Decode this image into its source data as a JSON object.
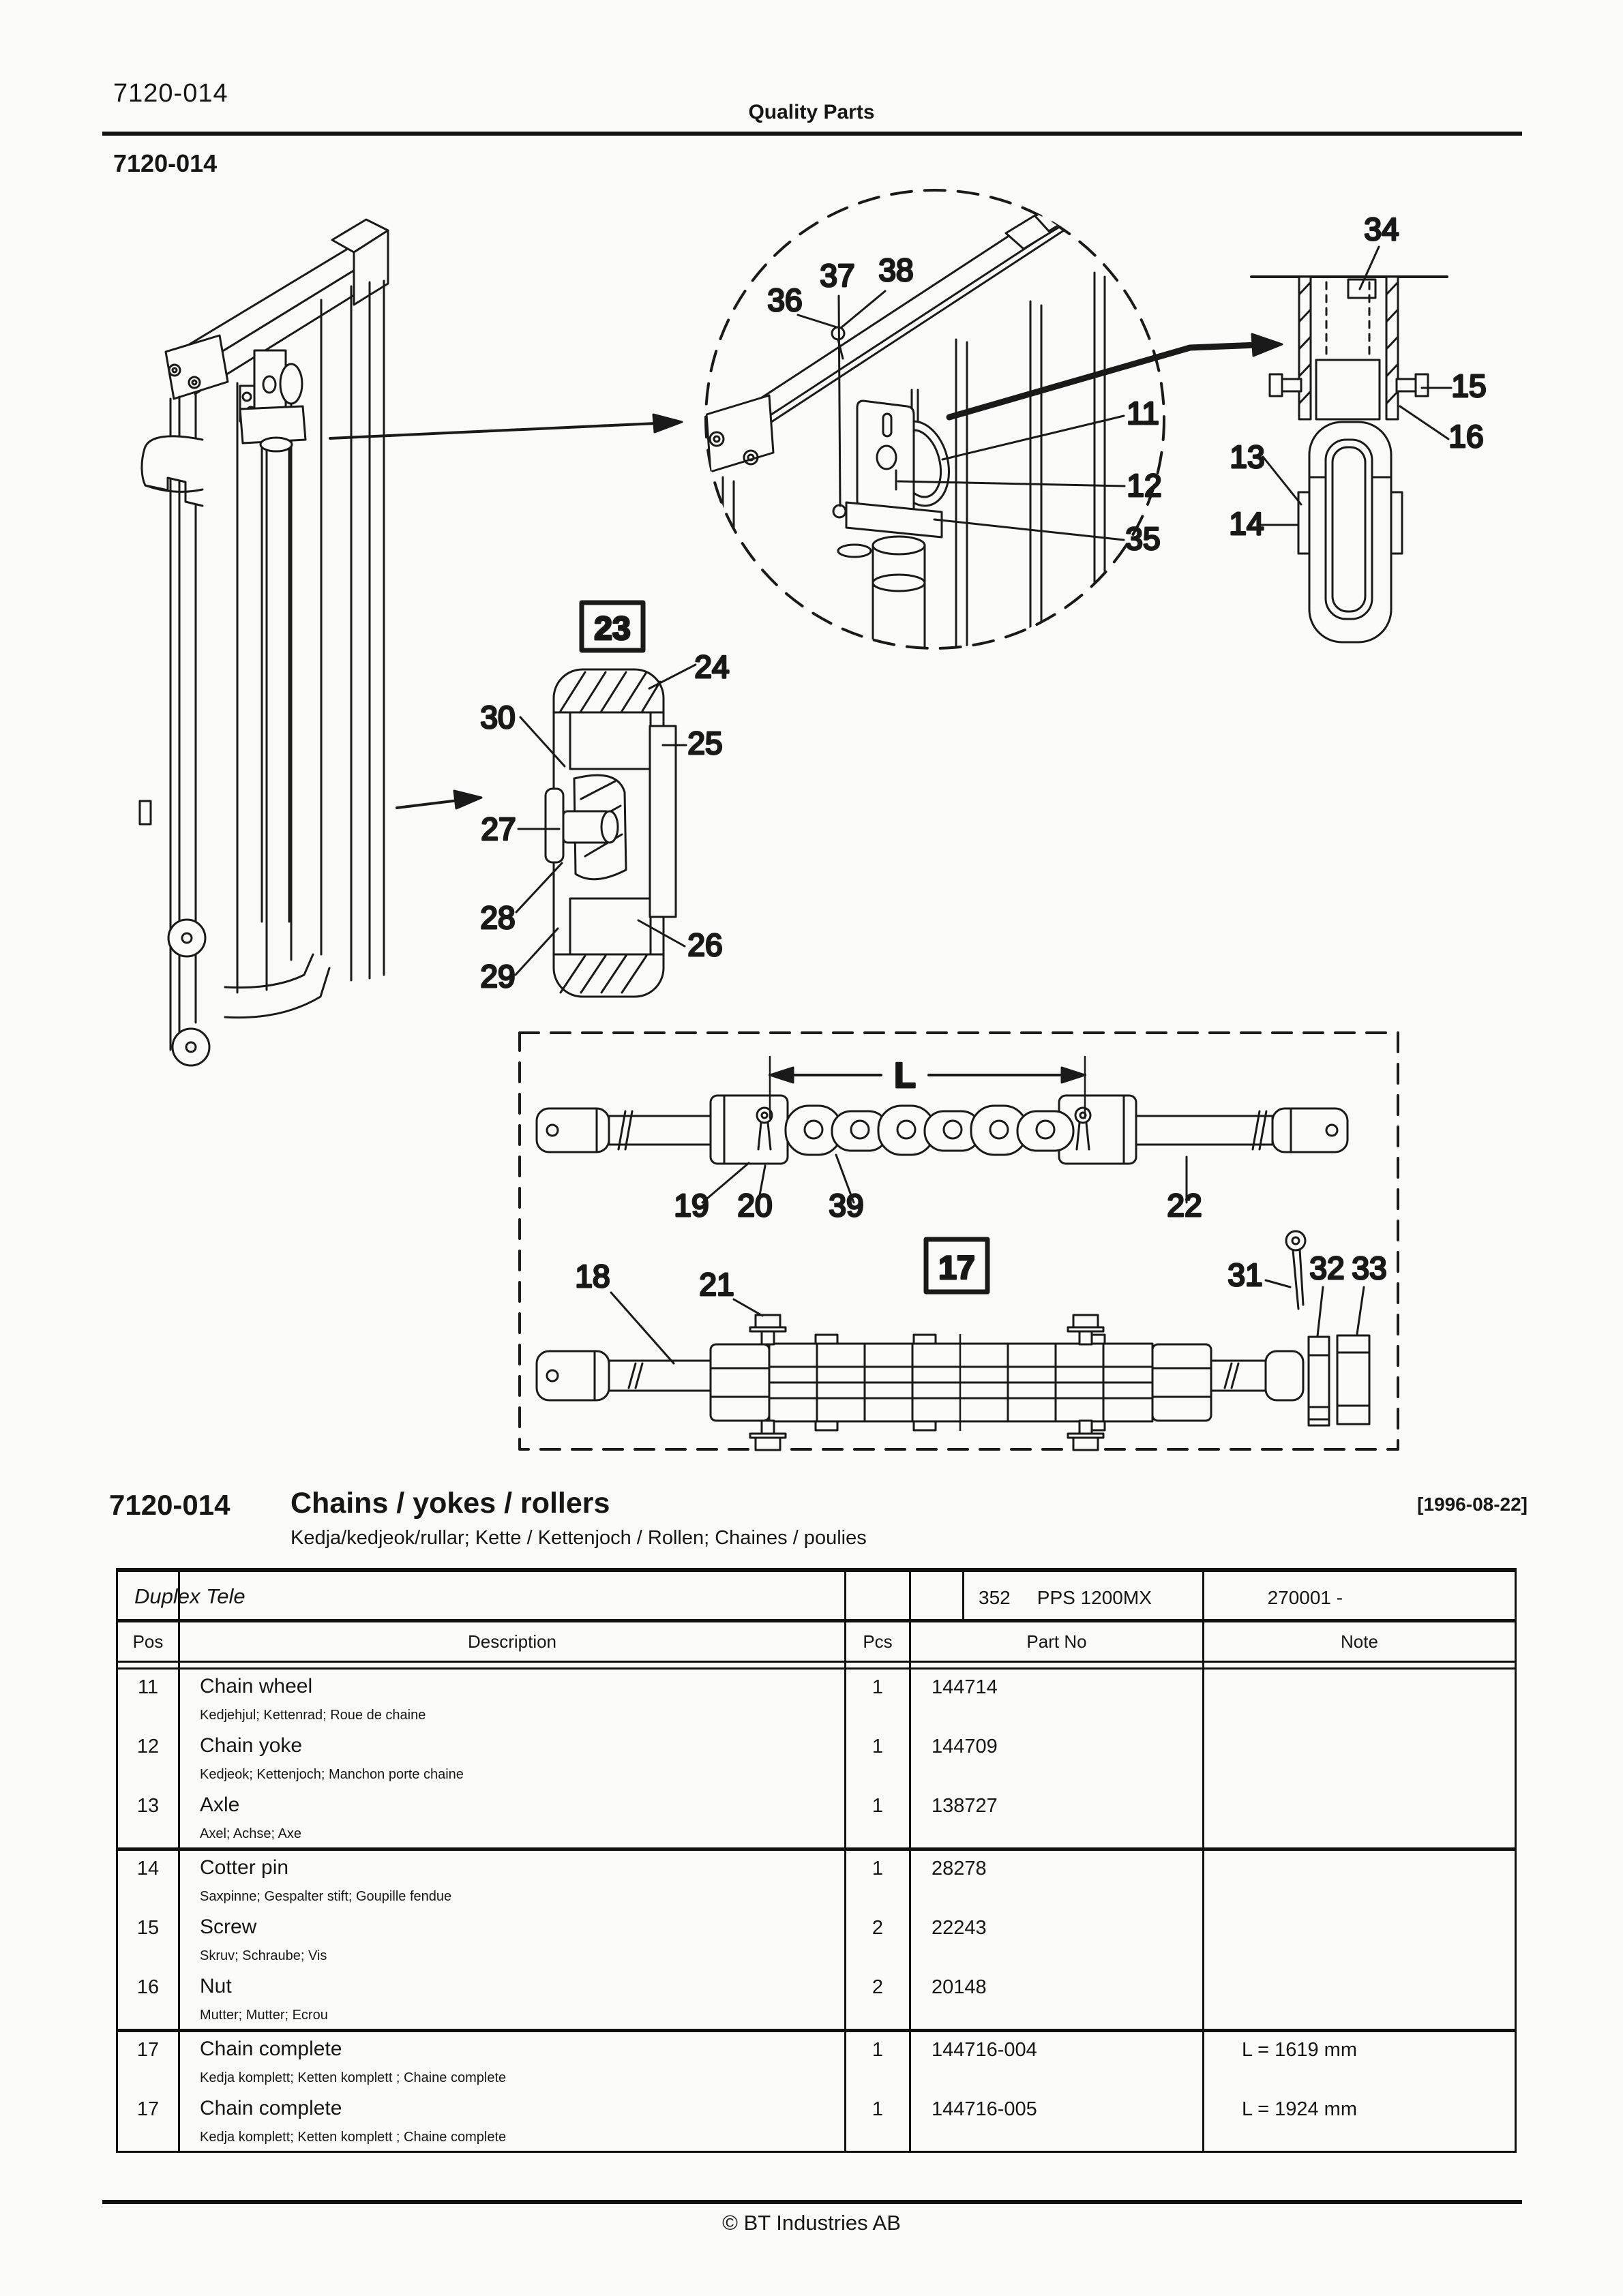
{
  "header": {
    "doc_number": "7120-014",
    "center_title": "Quality Parts",
    "doc_number_bold": "7120-014"
  },
  "section": {
    "code": "7120-014",
    "title": "Chains / yokes / rollers",
    "date": "[1996-08-22]",
    "subtitle": "Kedja/kedjeok/rullar; Kette / Kettenjoch / Rollen; Chaines / poulies"
  },
  "variant": {
    "model": "Duplex Tele",
    "code": "352",
    "type": "PPS 1200MX",
    "serial": "270001 -"
  },
  "table": {
    "headers": {
      "pos": "Pos",
      "description": "Description",
      "pcs": "Pcs",
      "part_no": "Part No",
      "note": "Note"
    },
    "rows": [
      {
        "pos": "11",
        "description": "Chain wheel",
        "sub": "Kedjehjul; Kettenrad; Roue de chaine",
        "pcs": "1",
        "part_no": "144714",
        "note": ""
      },
      {
        "pos": "12",
        "description": "Chain yoke",
        "sub": "Kedjeok; Kettenjoch; Manchon porte chaine",
        "pcs": "1",
        "part_no": "144709",
        "note": ""
      },
      {
        "pos": "13",
        "description": "Axle",
        "sub": "Axel; Achse; Axe",
        "pcs": "1",
        "part_no": "138727",
        "note": ""
      },
      {
        "pos": "14",
        "description": "Cotter pin",
        "sub": "Saxpinne; Gespalter stift; Goupille fendue",
        "pcs": "1",
        "part_no": "28278",
        "note": ""
      },
      {
        "pos": "15",
        "description": "Screw",
        "sub": "Skruv; Schraube; Vis",
        "pcs": "2",
        "part_no": "22243",
        "note": ""
      },
      {
        "pos": "16",
        "description": "Nut",
        "sub": "Mutter; Mutter; Ecrou",
        "pcs": "2",
        "part_no": "20148",
        "note": ""
      },
      {
        "pos": "17",
        "description": "Chain complete",
        "sub": "Kedja komplett; Ketten komplett ; Chaine complete",
        "pcs": "1",
        "part_no": "144716-004",
        "note": "L = 1619 mm"
      },
      {
        "pos": "17",
        "description": "Chain complete",
        "sub": "Kedja komplett; Ketten komplett ; Chaine complete",
        "pcs": "1",
        "part_no": "144716-005",
        "note": "L = 1924 mm"
      }
    ]
  },
  "diagram": {
    "boxed": {
      "b23": "23",
      "b17": "17"
    },
    "dim": {
      "L": "L"
    },
    "callouts": {
      "n11": "11",
      "n12": "12",
      "n13": "13",
      "n14": "14",
      "n15": "15",
      "n16": "16",
      "n18": "18",
      "n19": "19",
      "n20": "20",
      "n21": "21",
      "n22": "22",
      "n24": "24",
      "n25": "25",
      "n26": "26",
      "n27": "27",
      "n28": "28",
      "n29": "29",
      "n30": "30",
      "n31": "31",
      "n32": "32",
      "n33": "33",
      "n34": "34",
      "n35": "35",
      "n36": "36",
      "n37": "37",
      "n38": "38",
      "n39": "39"
    }
  },
  "footer": {
    "copyright": "© BT Industries AB"
  }
}
